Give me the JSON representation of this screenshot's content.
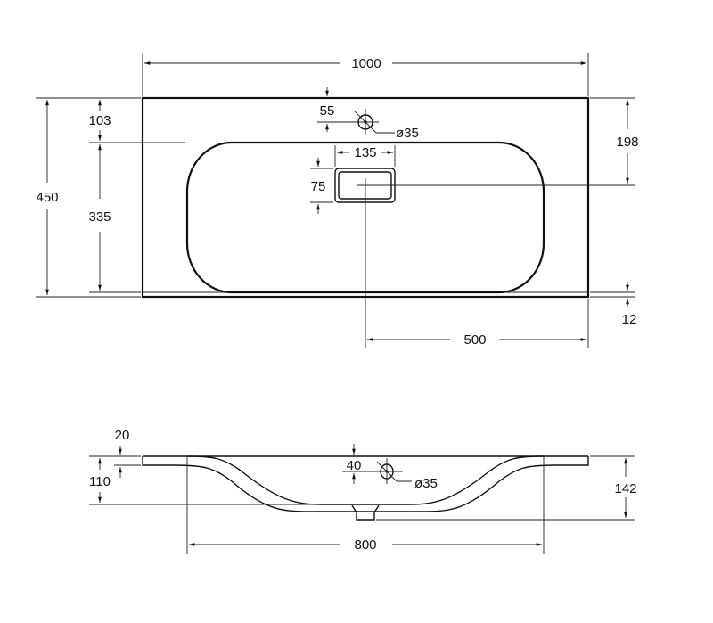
{
  "diagram": {
    "top_view": {
      "overall_width": "1000",
      "overall_depth": "450",
      "faucet_hole_offset_front": "103",
      "bowl_depth": "335",
      "faucet_hole_from_edge": "55",
      "faucet_hole_diameter": "ø35",
      "drain_width": "135",
      "drain_depth": "75",
      "drain_center_from_back": "198",
      "front_lip": "12",
      "half_width": "500"
    },
    "side_view": {
      "top_thickness": "20",
      "bowl_inner_depth": "110",
      "faucet_hole_height": "40",
      "faucet_hole_diameter": "ø35",
      "overall_height": "142",
      "bowl_width": "800"
    }
  }
}
